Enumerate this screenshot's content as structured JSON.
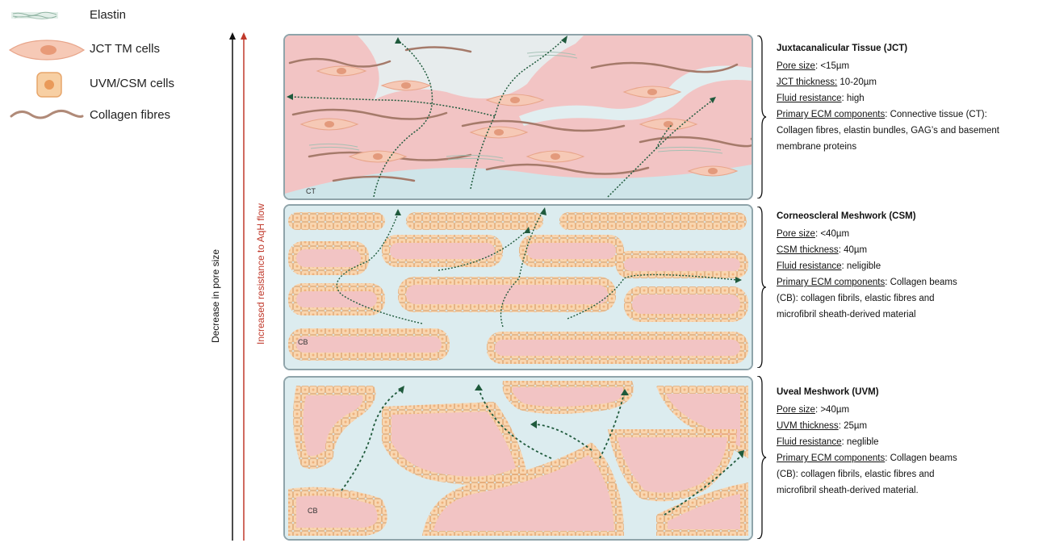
{
  "legend": {
    "items": [
      {
        "label": "Elastin",
        "icon": "elastin-icon"
      },
      {
        "label": "JCT TM cells",
        "icon": "jct-cell-icon"
      },
      {
        "label": "UVM/CSM cells",
        "icon": "uvm-cell-icon"
      },
      {
        "label": "Collagen fibres",
        "icon": "collagen-icon"
      }
    ]
  },
  "axes": {
    "pore_label": "Decrease in pore size",
    "resistance_label": "Increased resistance to AqH flow"
  },
  "colors": {
    "tissue_pink": "#f2c4c4",
    "cell_orange": "#f7cfa3",
    "fluid_blue": "#dcecef",
    "arrow_green": "#1f5a3c",
    "resistance_red": "#c0392b",
    "collagen_brown": "#a57a6a"
  },
  "panels": {
    "jct": {
      "tag": "CT",
      "title": "Juxtacanalicular Tissue (JCT)",
      "line1_key": "Pore size",
      "line1_val": ": <15µm",
      "line2_key": "JCT thickness:",
      "line2_val": " 10-20µm",
      "line3_key": "Fluid resistance",
      "line3_val": ": high",
      "line4_key": "Primary ECM components",
      "line4_val": ": Connective tissue (CT):",
      "line5": "Collagen fibres, elastin bundles, GAG’s and basement",
      "line6": "membrane proteins"
    },
    "csm": {
      "tag": "CB",
      "title": "Corneoscleral Meshwork (CSM)",
      "line1_key": "Pore size",
      "line1_val": ": <40µm",
      "line2_key": "CSM thickness",
      "line2_val": ": 40µm",
      "line3_key": "Fluid resistance",
      "line3_val": ": neligible",
      "line4_key": "Primary ECM components",
      "line4_val": ": Collagen beams",
      "line5": "(CB): collagen fibrils, elastic fibres and",
      "line6": "microfibril sheath-derived material"
    },
    "uvm": {
      "tag": "CB",
      "title": "Uveal Meshwork (UVM)",
      "line1_key": "Pore size",
      "line1_val": ": >40µm",
      "line2_key": "UVM thickness",
      "line2_val": ": 25µm",
      "line3_key": "Fluid resistance",
      "line3_val": ": neglible",
      "line4_key": "Primary ECM components",
      "line4_val": ": Collagen beams",
      "line5": "(CB): collagen fibrils, elastic fibres and",
      "line6": "microfibril sheath-derived material."
    }
  }
}
